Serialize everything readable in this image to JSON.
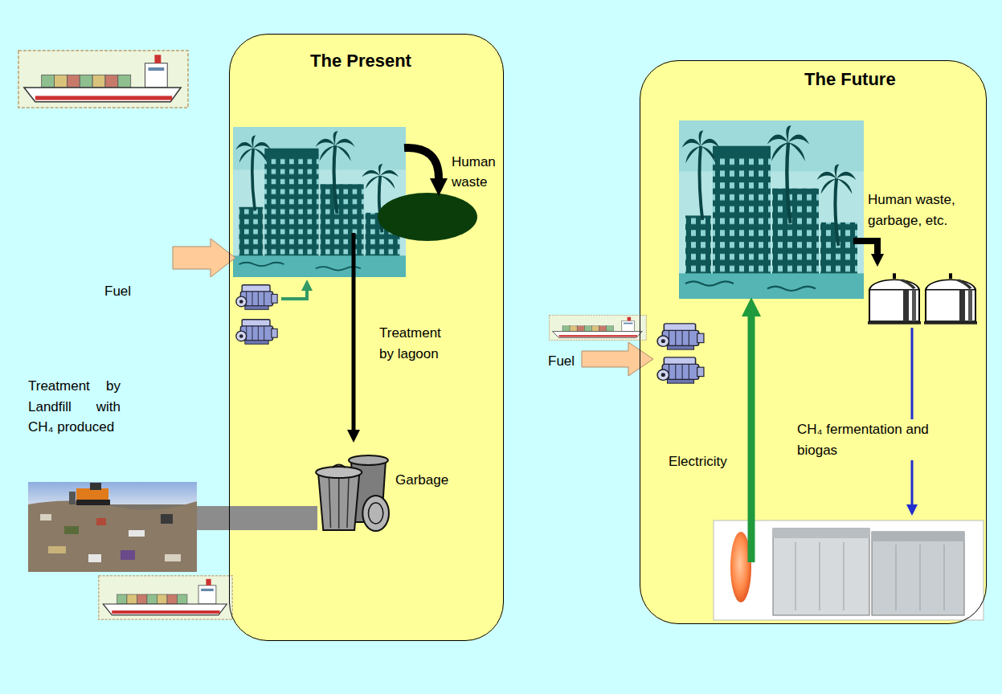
{
  "diagram": {
    "nodes": [
      {
        "text": [
          "The Present"
        ]
      },
      {
        "text": [
          "The Future"
        ]
      }
    ],
    "labels": [
      "Human waste",
      "Fuel",
      "Treatment by Landfill with CH₄ produced",
      "Treatment by lagoon",
      "Garbage",
      "Human waste, garbage, etc.",
      "Fuel",
      "CH₄ fermentation and biogas",
      "Electricity"
    ]
  }
}
